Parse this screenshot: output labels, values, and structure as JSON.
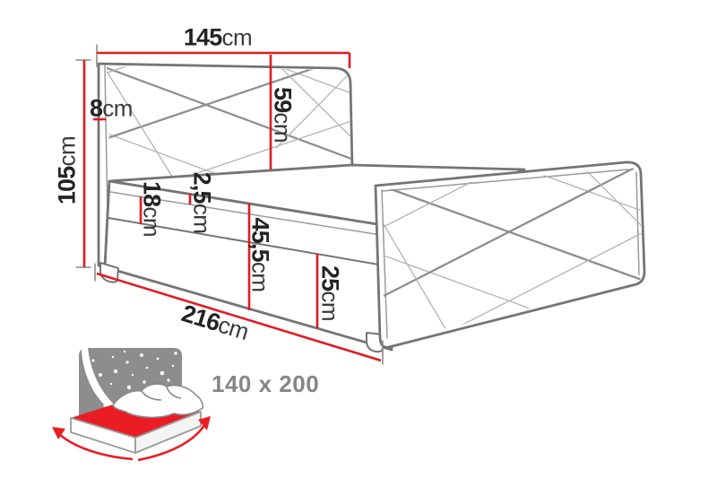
{
  "diagram": {
    "dims": {
      "total_width": {
        "value": "145",
        "unit": "cm"
      },
      "total_height": {
        "value": "105",
        "unit": "cm"
      },
      "frame": {
        "value": "8",
        "unit": "cm"
      },
      "headboard": {
        "value": "59",
        "unit": "cm"
      },
      "mattress": {
        "value": "18",
        "unit": "cm"
      },
      "topper": {
        "value": "2,5",
        "unit": "cm"
      },
      "side": {
        "value": "45,5",
        "unit": "cm"
      },
      "base": {
        "value": "25",
        "unit": "cm"
      },
      "total_length": {
        "value": "216",
        "unit": "cm"
      }
    },
    "badge": {
      "label": "140 x 200"
    },
    "colors": {
      "red": "#e01b22",
      "icon-red": "#ea1c24",
      "outline": "#757575",
      "outline-soft": "#9a9a9a",
      "pattern": "#8f8f8f",
      "pattern-light": "#b3b3b3",
      "text": "#232323",
      "unit-text": "#3a3a3a",
      "badge-text": "#868686",
      "icon-gray": "#8d8d8d"
    }
  }
}
